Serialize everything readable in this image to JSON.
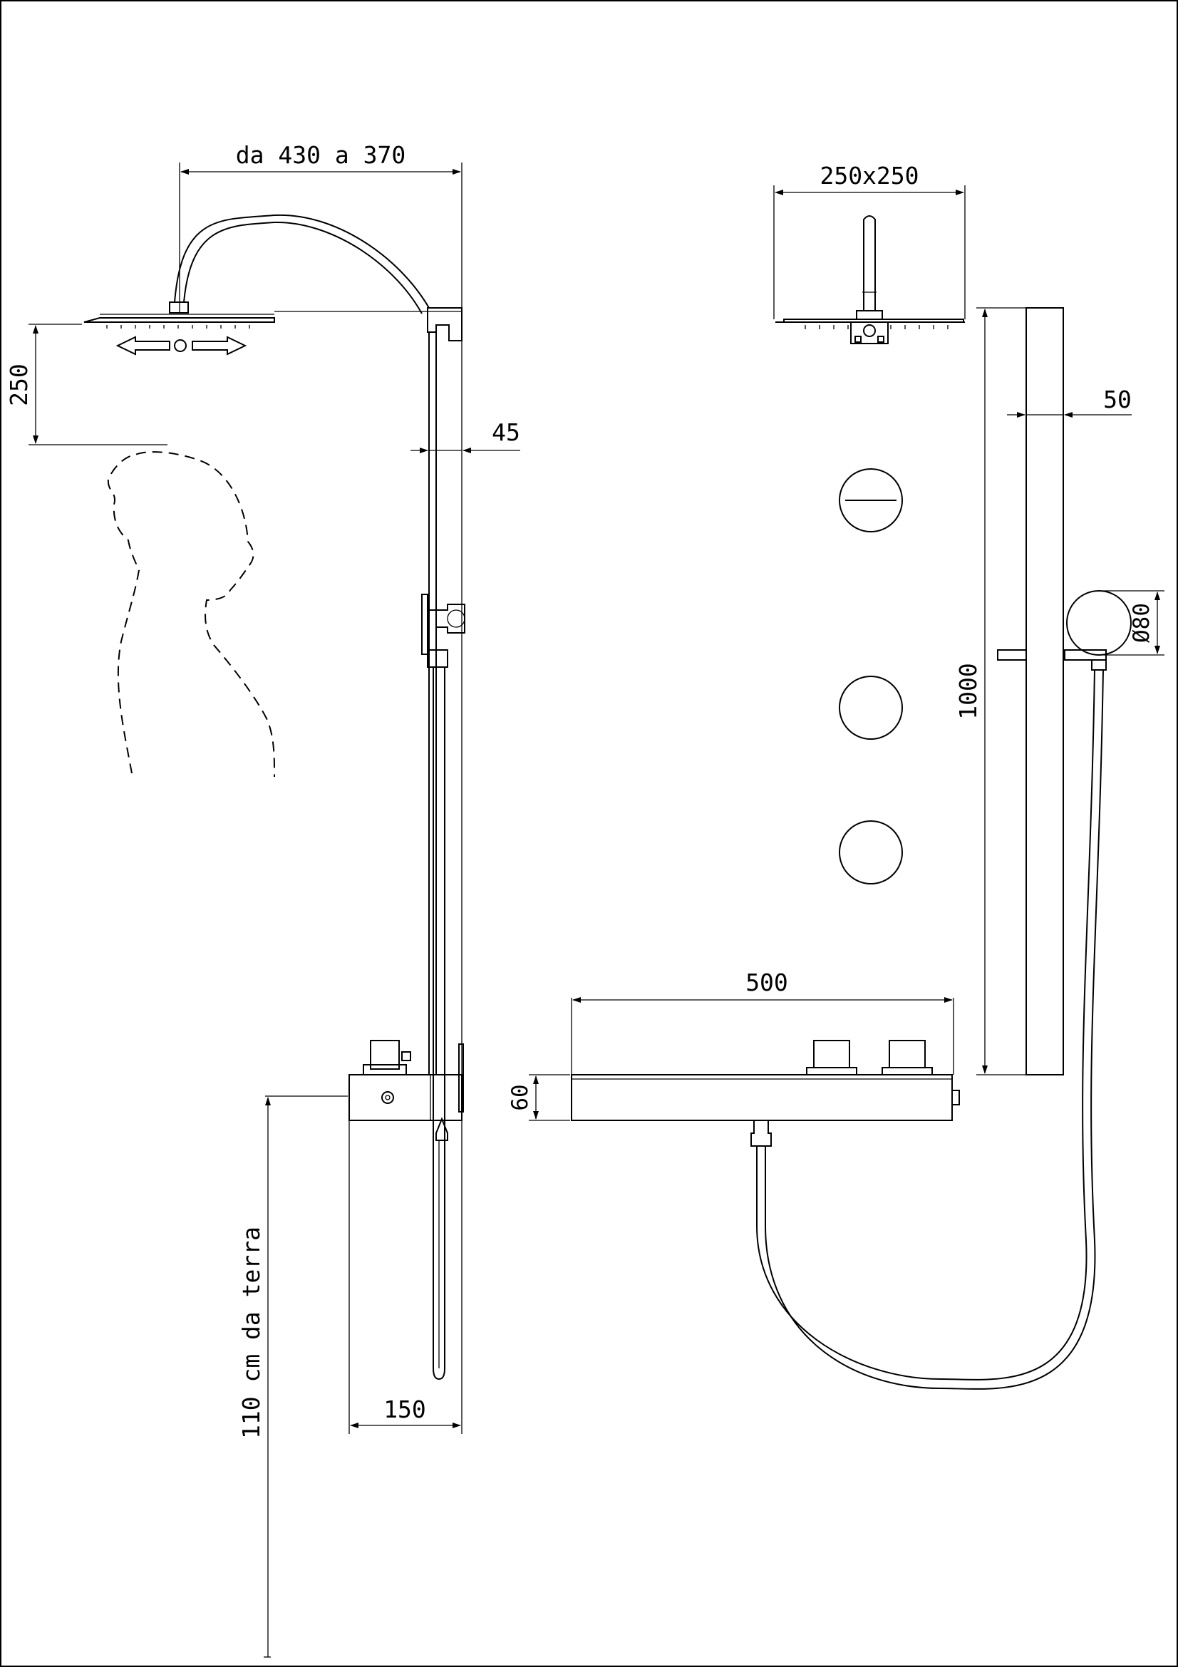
{
  "dimensions": {
    "arm_length": "da 430 a 370",
    "head_height": "250",
    "rail_offset": "45",
    "head_size": "250x250",
    "wall_offset": "50",
    "rail_length": "1000",
    "knob_diameter": "Ø80",
    "shelf_width": "500",
    "shelf_height": "60",
    "shelf_depth": "150",
    "floor_height": "110 cm da terra"
  }
}
